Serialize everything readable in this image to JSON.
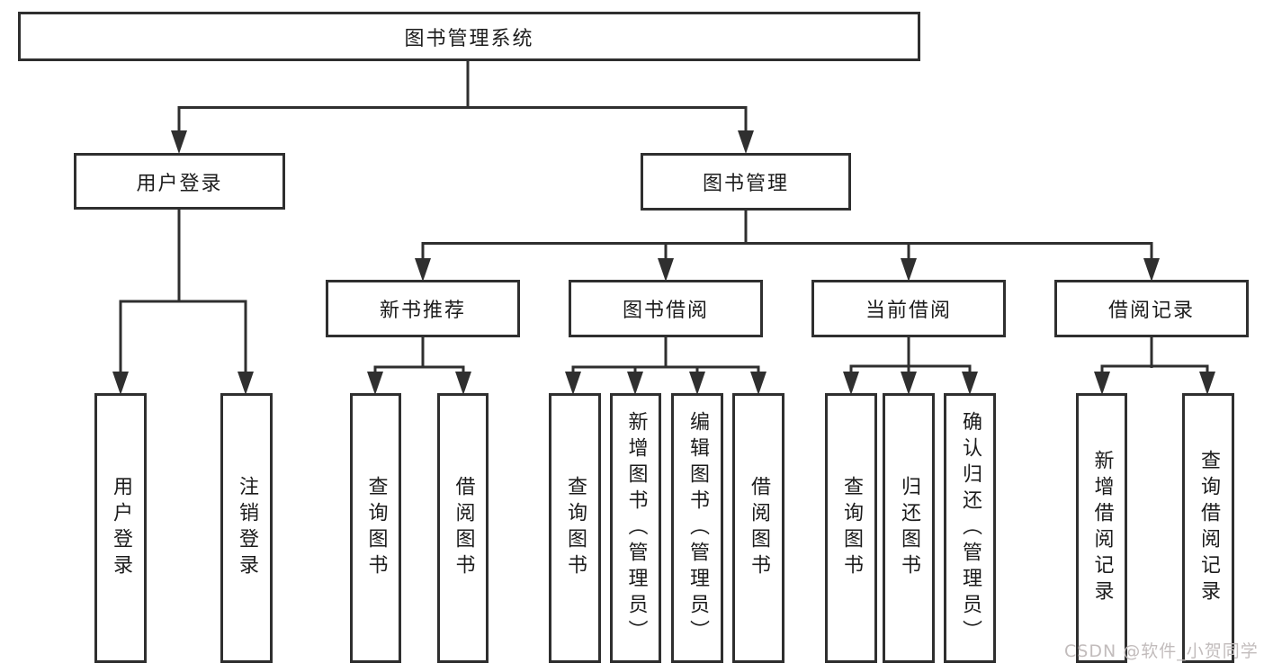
{
  "diagram_title": "图书管理系统",
  "colors": {
    "line": "#2f2f2f",
    "box_border": "#2f2f2f",
    "text": "#1c1c1c",
    "background": "#ffffff",
    "watermark": "#c2bcbc"
  },
  "watermark": {
    "text": "CSDN @软件_小贺同学"
  },
  "tree": {
    "root": {
      "label": "图书管理系统",
      "children": [
        {
          "label": "用户登录",
          "children": [
            {
              "label": "用户登录"
            },
            {
              "label": "注销登录"
            }
          ]
        },
        {
          "label": "图书管理",
          "children": [
            {
              "label": "新书推荐",
              "children": [
                {
                  "label": "查询图书"
                },
                {
                  "label": "借阅图书"
                }
              ]
            },
            {
              "label": "图书借阅",
              "children": [
                {
                  "label": "查询图书"
                },
                {
                  "label": "新增图书（管理员）"
                },
                {
                  "label": "编辑图书（管理员）"
                },
                {
                  "label": "借阅图书"
                }
              ]
            },
            {
              "label": "当前借阅",
              "children": [
                {
                  "label": "查询图书"
                },
                {
                  "label": "归还图书"
                },
                {
                  "label": "确认归还（管理员）"
                }
              ]
            },
            {
              "label": "借阅记录",
              "children": [
                {
                  "label": "新增借阅记录"
                },
                {
                  "label": "查询借阅记录"
                }
              ]
            }
          ]
        }
      ]
    }
  }
}
